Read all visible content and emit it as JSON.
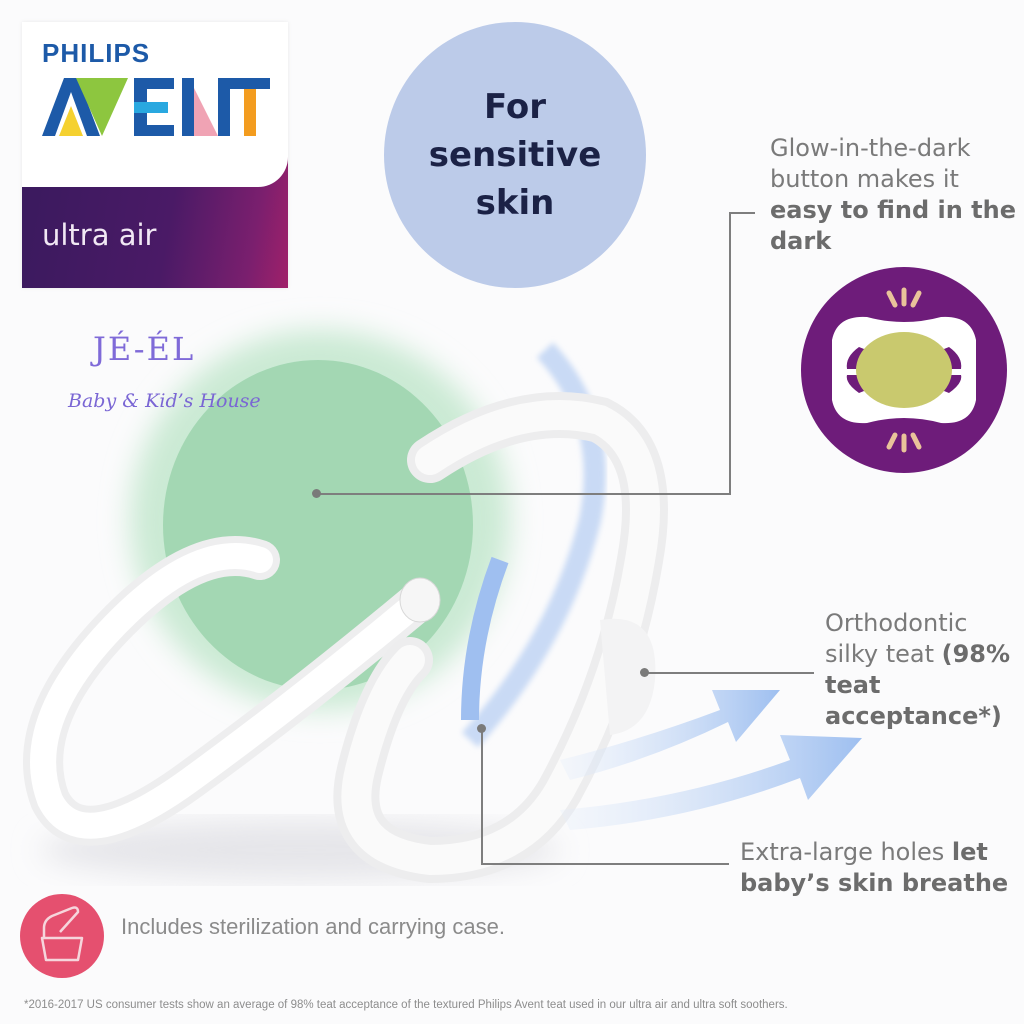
{
  "brand": {
    "company": "PHILIPS",
    "product_line": "AVENT",
    "variant": "ultra air",
    "colors": {
      "blue": "#1d5aa8",
      "green": "#8dc63f",
      "yellow": "#f5d130",
      "light_blue": "#29a8e0",
      "pink": "#f0a3b4",
      "orange": "#f39c1f",
      "purple": "#4a1a66"
    }
  },
  "badge": {
    "lines": [
      "For",
      "sensitive",
      "skin"
    ],
    "color": "#bccbe9"
  },
  "callouts": [
    {
      "id": "glow",
      "normal": "Glow-in-the-dark button makes it ",
      "bold": "easy to find in the dark"
    },
    {
      "id": "teat",
      "normal": "Orthodontic silky teat ",
      "bold": "(98% teat acceptance*)"
    },
    {
      "id": "holes",
      "normal": "Extra-large holes ",
      "bold": "let baby’s skin breathe"
    }
  ],
  "watermark": {
    "title": "JÉ-ÉL",
    "subtitle": "Baby & Kid’s House"
  },
  "case_feature": {
    "icon": "sterilizer-case-icon",
    "text": "Includes sterilization and carrying case.",
    "color": "#e5506f"
  },
  "footnote": "*2016-2017 US consumer tests show an average of 98% teat acceptance of the textured Philips Avent teat used in our ultra air and ultra soft soothers.",
  "glow_icon": {
    "ring_color": "#6e1c7a",
    "button_color": "#c9c96e",
    "ray_color": "#e9c39a"
  }
}
